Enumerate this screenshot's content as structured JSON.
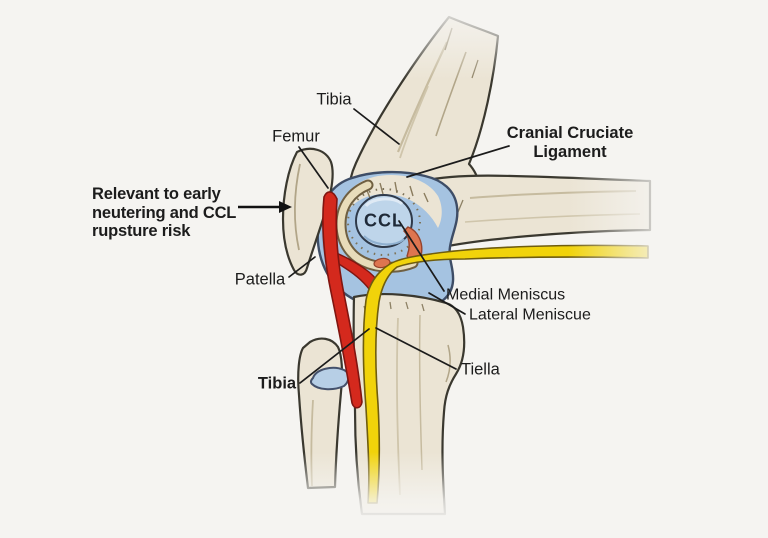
{
  "note": {
    "line1": "Relevant to early",
    "line2": "neutering and CCL",
    "line3": "rupsture risk"
  },
  "labels": {
    "tibia_top": "Tibia",
    "femur": "Femur",
    "cranial_cruciate_line1": "Cranial Cruciate",
    "cranial_cruciate_line2": "Ligament",
    "ccl_abbrev": "CCL",
    "patella": "Patella",
    "medial_meniscus": "Medial Meniscus",
    "lateral_meniscus": "Lateral Meniscue",
    "tibia_bottom": "Tibia",
    "tiella": "Tiella"
  },
  "colors": {
    "background": "#f5f4f1",
    "bone_fill": "#ebe4d4",
    "bone_outline": "#3a382f",
    "joint_capsule_blue": "#a5c3e1",
    "ccl_circle_blue": "#bed5ea",
    "ligament_band_tan": "#e8dcba",
    "artery_red": "#d4291d",
    "nerve_yellow": "#f1d30a",
    "meniscus_orange": "#de7550",
    "cartilage_blue": "#b7cfe6",
    "label_text": "#1c1c1c"
  }
}
